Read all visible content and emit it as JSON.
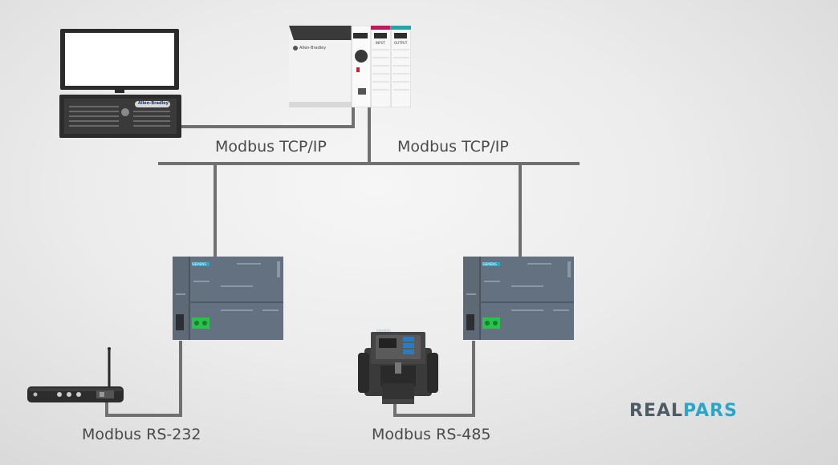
{
  "network": {
    "tcp_label_left": "Modbus TCP/IP",
    "tcp_label_right": "Modbus TCP/IP",
    "rs232_label": "Modbus RS-232",
    "rs485_label": "Modbus RS-485"
  },
  "plc_main": {
    "brand": "Allen-Bradley",
    "input_module": "INPUT",
    "output_module": "OUTPUT"
  },
  "workstation": {
    "brand": "Allen-Bradley"
  },
  "plc_left": {
    "brand": "SIEMENS"
  },
  "plc_right": {
    "brand": "SIEMENS"
  },
  "vfd": {
    "brand": "SIEMENS"
  },
  "logo": {
    "part1": "REAL",
    "part2": "PARS"
  },
  "colors": {
    "wire": "#6f6f6f",
    "plc_body": "#5d6a76",
    "accent_teal": "#2aa6c6",
    "input_magenta": "#c2185b",
    "output_teal": "#1fa7a7",
    "connector_green": "#27c34a"
  }
}
